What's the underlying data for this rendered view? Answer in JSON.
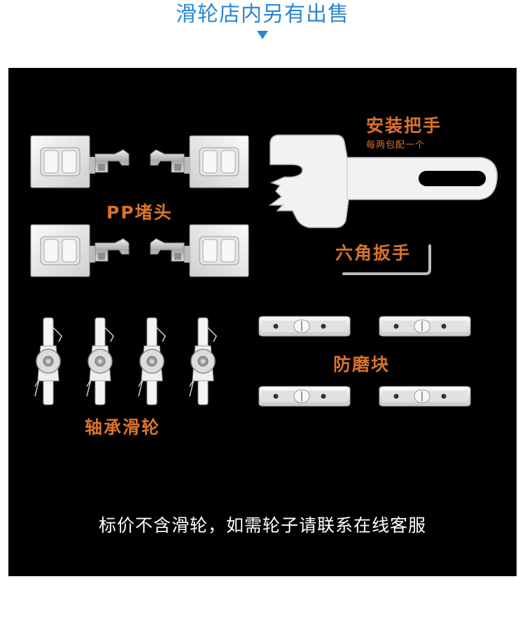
{
  "header": {
    "title": "滑轮店内另有出售",
    "accent_color": "#2b86d6"
  },
  "panel": {
    "background": "#000000",
    "label_color": "#d9722c",
    "labels": {
      "install_handle": "安装把手",
      "install_handle_note": "每两包配一个",
      "pp_end_cap": "PP堵头",
      "hex_wrench": "六角扳手",
      "bearing_pulley": "轴承滑轮",
      "wear_block": "防磨块"
    },
    "icons": {
      "pp_end_cap": "pp-end-cap-icon",
      "install_handle": "install-handle-icon",
      "hex_wrench": "hex-wrench-icon",
      "bearing_pulley": "bearing-pulley-icon",
      "wear_block": "wear-block-icon"
    },
    "footer_note": "标价不含滑轮，如需轮子请联系在线客服"
  }
}
